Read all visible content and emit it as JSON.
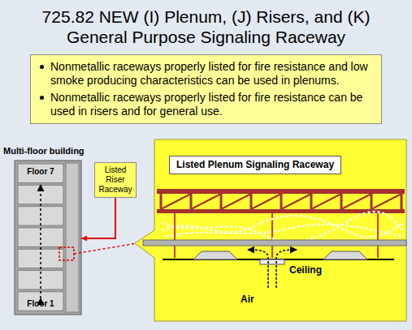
{
  "diagram": {
    "title": "725.82 NEW (I) Plenum, (J) Risers, and (K) General Purpose Signaling Raceway",
    "nodes": [
      {
        "text": [
          "Nonmetallic raceways properly listed for fire resistance and low smoke producing characteristics can be used in plenums.",
          "Nonmetallic raceways properly listed for fire resistance can be used in risers and for general use."
        ]
      },
      {
        "text": [
          "Multi-floor building",
          "Floor 7",
          "Floor 1"
        ]
      },
      {
        "text": [
          "Listed Riser Raceway"
        ]
      },
      {
        "text": [
          "Listed Plenum Signaling Raceway"
        ]
      }
    ],
    "edges": [
      {
        "from": 2,
        "to": 1,
        "arrow": "to"
      }
    ],
    "labels": [
      "Ceiling",
      "Air"
    ]
  }
}
